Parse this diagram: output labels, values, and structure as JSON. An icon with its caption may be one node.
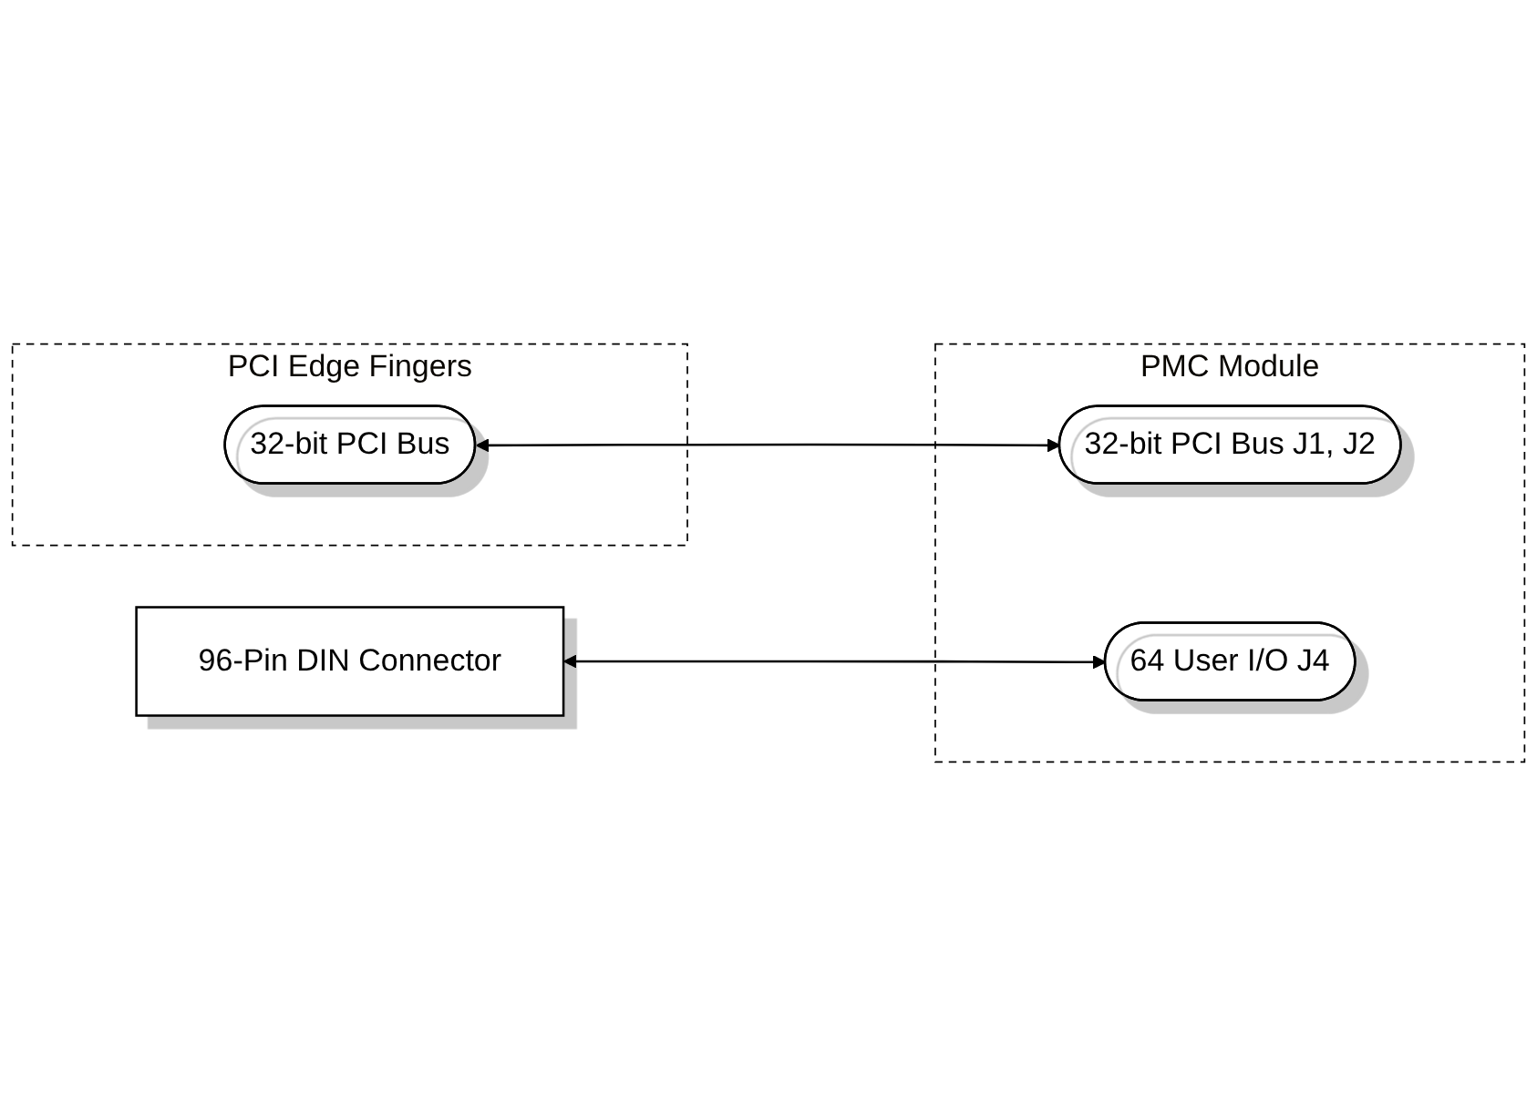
{
  "diagram": {
    "nodes": [
      {
        "text": [
          "PCI Edge Fingers"
        ]
      },
      {
        "text": [
          "32-bit PCI Bus"
        ],
        "in": 0
      },
      {
        "text": [
          "PMC Module"
        ]
      },
      {
        "text": [
          "32-bit PCI Bus J1, J2"
        ],
        "in": 2
      },
      {
        "text": [
          "96-Pin DIN Connector"
        ]
      },
      {
        "text": [
          "64 User I/O J4"
        ],
        "in": 2
      }
    ],
    "edges": [
      {
        "from": 1,
        "to": 3,
        "arrow": "both"
      },
      {
        "from": 4,
        "to": 5,
        "arrow": "both"
      }
    ]
  }
}
